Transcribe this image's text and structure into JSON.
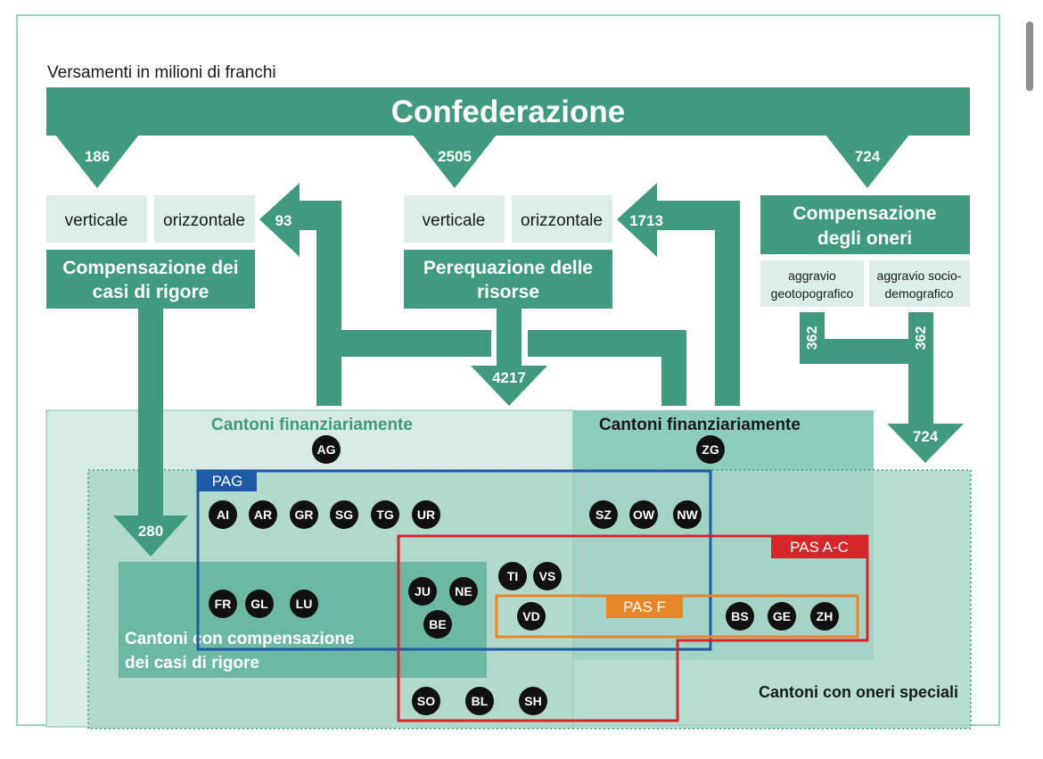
{
  "subtitle": "Versamenti in milioni di franchi",
  "top_bar": "Confederazione",
  "flows": {
    "left_down": "186",
    "center_down": "2505",
    "right_down": "724",
    "left_horizontal": "93",
    "center_horizontal": "1713",
    "center_merge": "4217",
    "right_to_cantons": "724",
    "rigore_down": "280",
    "burden_left": "362",
    "burden_right": "362"
  },
  "boxes": {
    "verticale_1": "verticale",
    "orizzontale_1": "orizzontale",
    "verticale_2": "verticale",
    "orizzontale_2": "orizzontale",
    "rigore_line1": "Compensazione dei",
    "rigore_line2": "casi di rigore",
    "risorse_line1": "Perequazione delle",
    "risorse_line2": "risorse",
    "oneri_line1": "Compensazione",
    "oneri_line2": "degli oneri",
    "geo_line1": "aggravio",
    "geo_line2": "geotopografico",
    "socio_line1": "aggravio socio-",
    "socio_line2": "demografico"
  },
  "regions": {
    "weak_cantons": "Cantoni finanziariamente",
    "strong_cantons": "Cantoni finanziariamente",
    "rigore_cantons_line1": "Cantoni con compensazione",
    "rigore_cantons_line2": "dei casi di rigore",
    "special_burden": "Cantoni con oneri speciali",
    "pag": "PAG",
    "pas_ac": "PAS A-C",
    "pas_f": "PAS F"
  },
  "cantons": [
    "AG",
    "ZG",
    "AI",
    "AR",
    "GR",
    "SG",
    "TG",
    "UR",
    "SZ",
    "OW",
    "NW",
    "FR",
    "GL",
    "LU",
    "JU",
    "NE",
    "BE",
    "TI",
    "VS",
    "VD",
    "BS",
    "GE",
    "ZH",
    "SO",
    "BL",
    "SH"
  ],
  "colors": {
    "green_dark": "#3f9a7e",
    "green_mid": "#6db8a4",
    "green_light": "#a8d6c7",
    "green_pale": "#d5ebe4",
    "label_bg": "#ddeee8",
    "pag_blue": "#1f5aa8",
    "pas_red": "#d5272a",
    "pas_orange": "#e8862a",
    "badge": "#111111"
  }
}
